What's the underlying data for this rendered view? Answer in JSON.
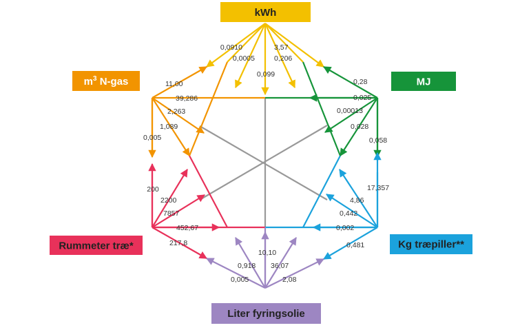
{
  "units": {
    "kwh": {
      "label": "kWh",
      "color": "#f3c000"
    },
    "mj": {
      "label": "MJ",
      "color": "#16943a"
    },
    "gas": {
      "label": "m³ N-gas",
      "label_base": "m",
      "label_sup": "3",
      "label_rest": " N-gas",
      "color": "#f29400"
    },
    "wood": {
      "label": "Rummeter træ*",
      "color": "#e8315a"
    },
    "pellets": {
      "label": "Kg træpiller**",
      "color": "#1ba2dc"
    },
    "oil": {
      "label": "Liter fyringsolie",
      "color": "#9d86c2"
    }
  },
  "hexagon_color": "#999999",
  "factors": {
    "kwh_to_gas": "0,0910",
    "kwh_to_wood": "0,0005",
    "kwh_to_mj": "3,57",
    "kwh_to_pellets": "0,206",
    "kwh_to_oil": "0,099",
    "gas_to_kwh": "11,00",
    "gas_to_mj": "39,286",
    "gas_to_pellets": "2,263",
    "gas_to_oil": "1,089",
    "gas_to_wood": "0,005",
    "mj_to_kwh": "0,28",
    "mj_to_gas": "0,025",
    "mj_to_wood": "0,00013",
    "mj_to_oil": "0,028",
    "mj_to_pellets": "0,058",
    "wood_to_gas": "200",
    "wood_to_kwh": "2200",
    "wood_to_mj": "7857",
    "wood_to_pellets": "452,67",
    "wood_to_oil": "217,8",
    "pellets_to_mj": "17,357",
    "pellets_to_kwh": "4,86",
    "pellets_to_gas": "0,442",
    "pellets_to_wood": "0,002",
    "pellets_to_oil": "0,481",
    "oil_to_kwh": "10,10",
    "oil_to_gas": "0,918",
    "oil_to_pellets": "36,07",
    "oil_to_wood": "0,005",
    "oil_to_mj": "2,08"
  }
}
